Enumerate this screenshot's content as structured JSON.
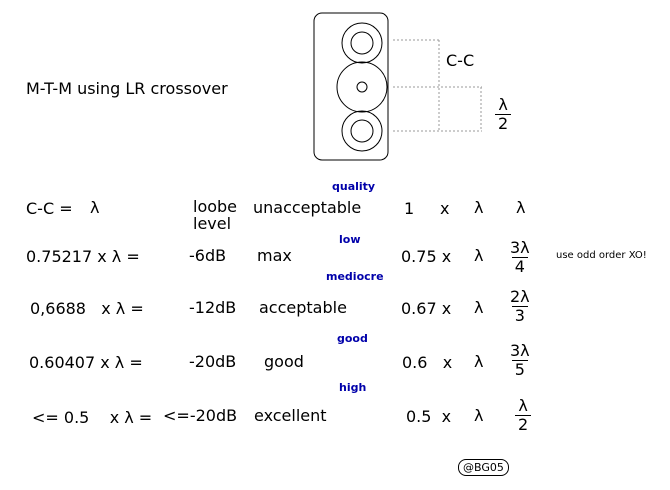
{
  "title": "M-T-M using LR crossover",
  "diagram": {
    "cc_label": "C-C",
    "half": {
      "num": "λ",
      "den": "2"
    }
  },
  "header": {
    "cc_eq": "C-C =",
    "lambda": "λ",
    "lobe1": "loobe",
    "lobe2": "level",
    "quality_word": "quality",
    "quality_value": "unacceptable",
    "factor": "1",
    "x": "x",
    "lambda2": "λ",
    "lambda3": "λ"
  },
  "rows": [
    {
      "lhs": "0.75217 x λ =",
      "level": "-6dB",
      "quality_word": "low",
      "quality": "max",
      "factor": "0.75 x",
      "lambda": "λ",
      "frac_num": "3λ",
      "frac_den": "4",
      "note": "use odd order XO!"
    },
    {
      "lhs": "0,6688   x λ =",
      "level": "-12dB",
      "quality_word": "mediocre",
      "quality": "acceptable",
      "factor": "0.67 x",
      "lambda": "λ",
      "frac_num": "2λ",
      "frac_den": "3"
    },
    {
      "lhs": "0.60407 x λ =",
      "level": "-20dB",
      "quality_word": "good",
      "quality": "good",
      "factor": "0.6   x",
      "lambda": "λ",
      "frac_num": "3λ",
      "frac_den": "5"
    },
    {
      "lhs": "<= 0.5    x λ =",
      "level": "<=-20dB",
      "quality_word": "high",
      "quality": "excellent",
      "factor": "0.5  x",
      "lambda": "λ",
      "frac_num": "λ",
      "frac_den": "2"
    }
  ],
  "credit": "@BG05"
}
